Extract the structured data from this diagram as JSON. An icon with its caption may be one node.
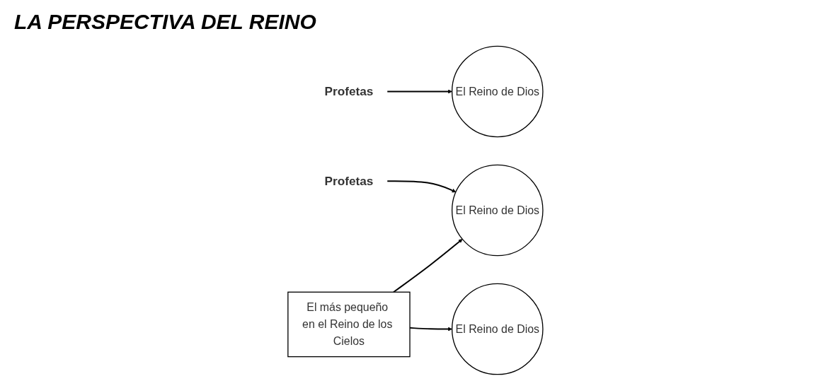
{
  "diagram": {
    "title": "LA PERSPECTIVA DEL REINO",
    "nodes": [
      {
        "text": [
          "Profetas"
        ]
      },
      {
        "text": [
          "El Reino de Dios"
        ]
      },
      {
        "text": [
          "Profetas"
        ]
      },
      {
        "text": [
          "El Reino de Dios"
        ]
      },
      {
        "text": [
          "El más pequeño en el Reino de los Cielos"
        ]
      },
      {
        "text": [
          "El Reino de Dios"
        ]
      }
    ],
    "edges": [
      {
        "from": 0,
        "to": 1,
        "arrow": "to"
      },
      {
        "from": 2,
        "to": 3,
        "arrow": "to"
      },
      {
        "from": 4,
        "to": 3,
        "arrow": "to"
      },
      {
        "from": 4,
        "to": 5,
        "arrow": "to"
      }
    ]
  }
}
